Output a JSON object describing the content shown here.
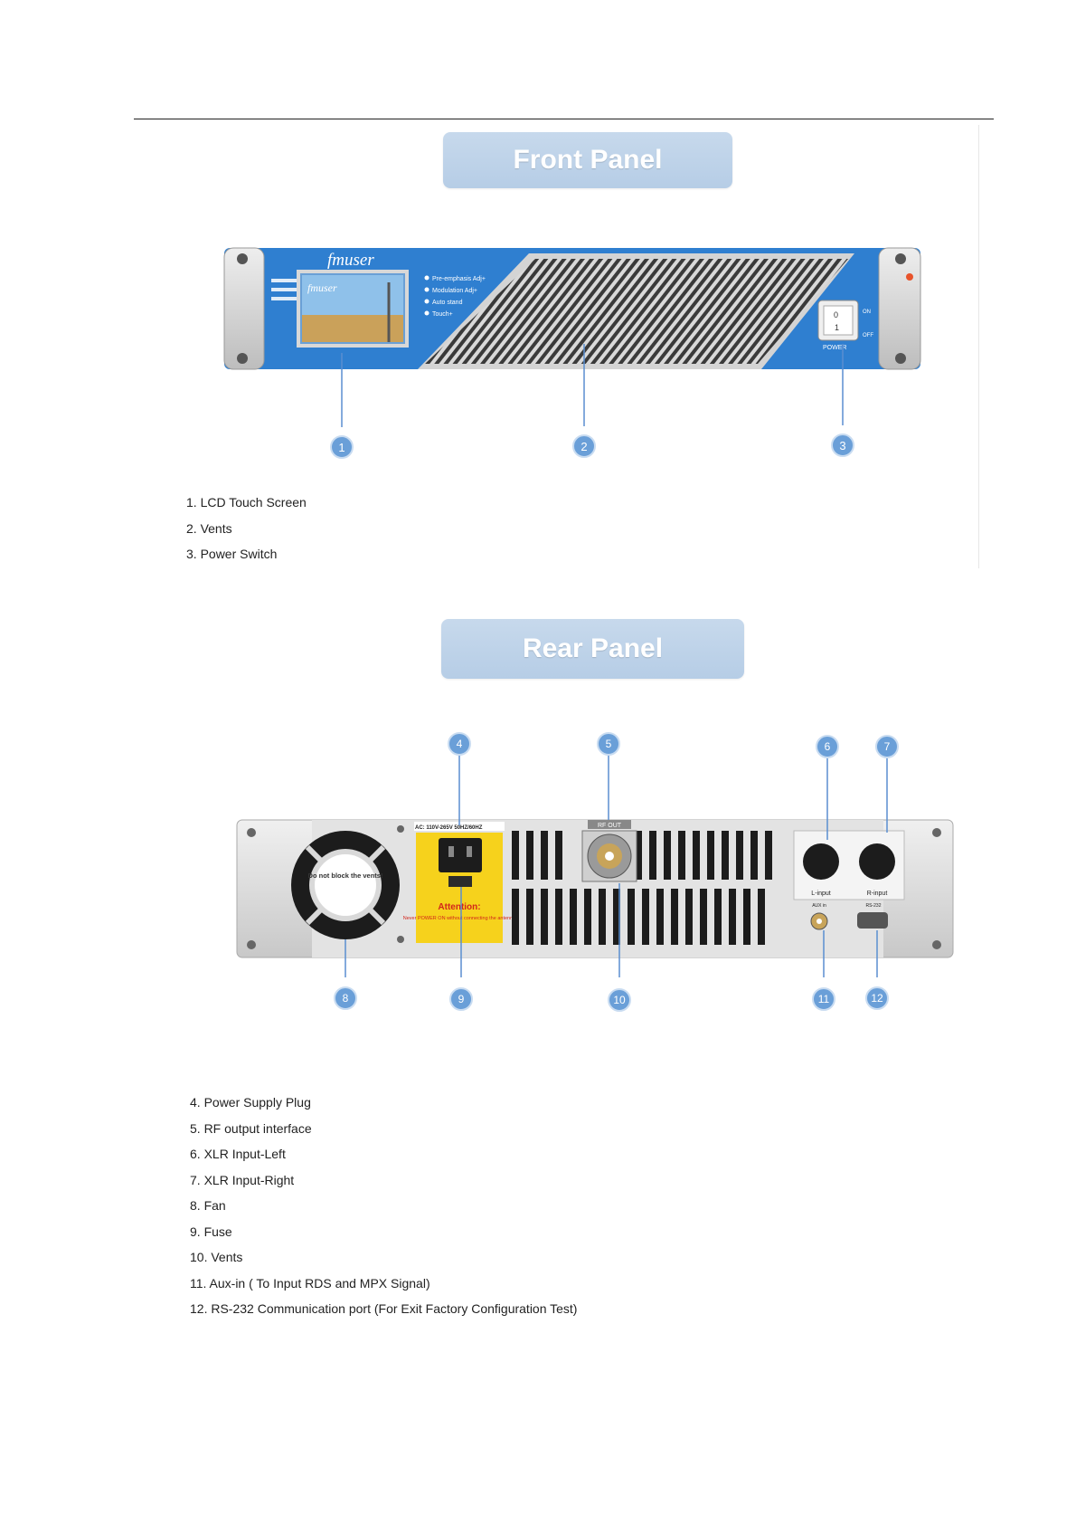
{
  "front": {
    "title": "Front Panel",
    "brand": "fmuser",
    "screen_brand": "fmuser",
    "screen_bullets": [
      "Pre-emphasis Adj+",
      "Modulation Adj+",
      "Auto stand",
      "Touch+"
    ],
    "switch_on": "0",
    "switch_off": "1",
    "switch_on_label": "ON",
    "switch_off_label": "OFF",
    "switch_caption": "POWER",
    "callouts": [
      "1",
      "2",
      "3"
    ],
    "legend": [
      "1. LCD Touch Screen",
      "2. Vents",
      "3. Power Switch"
    ]
  },
  "rear": {
    "title": "Rear Panel",
    "fan_label": "Do not block the vents!",
    "ac_label": "AC: 110V-265V 50HZ/60HZ",
    "attention_title": "Attention:",
    "attention_text": "Never POWER ON without connecting the antenna",
    "rfout_label": "RF OUT",
    "l_input": "L-input",
    "r_input": "R-input",
    "aux_label": "AUX in",
    "rs232_label": "RS-232",
    "callouts": [
      "4",
      "5",
      "6",
      "7",
      "8",
      "9",
      "10",
      "11",
      "12"
    ],
    "legend": [
      "4. Power Supply Plug",
      "5. RF output interface",
      "6. XLR Input-Left",
      "7. XLR Input-Right",
      "8. Fan",
      "9. Fuse",
      "10. Vents",
      "11. Aux-in ( To Input RDS and MPX Signal)",
      "12. RS-232 Communication port (For Exit Factory Configuration Test)"
    ]
  },
  "colors": {
    "panel_blue": "#2f7fd0",
    "banner": "#b9cfe7",
    "callout": "#6a9fd8",
    "attention": "#f6d21c"
  }
}
